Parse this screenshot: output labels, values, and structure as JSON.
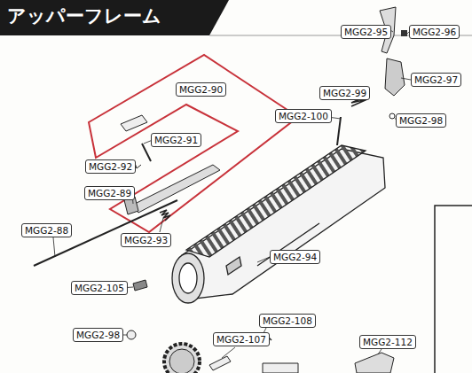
{
  "diagram": {
    "title": "アッパーフレーム",
    "labels": [
      "MGG2-95",
      "MGG2-96",
      "MGG2-97",
      "MGG2-98",
      "MGG2-99",
      "MGG2-100",
      "MGG2-90",
      "MGG2-91",
      "MGG2-92",
      "MGG2-89",
      "MGG2-88",
      "MGG2-93",
      "MGG2-94",
      "MGG2-105",
      "MGG2-98",
      "MGG2-107",
      "MGG2-108",
      "MGG2-112"
    ]
  }
}
